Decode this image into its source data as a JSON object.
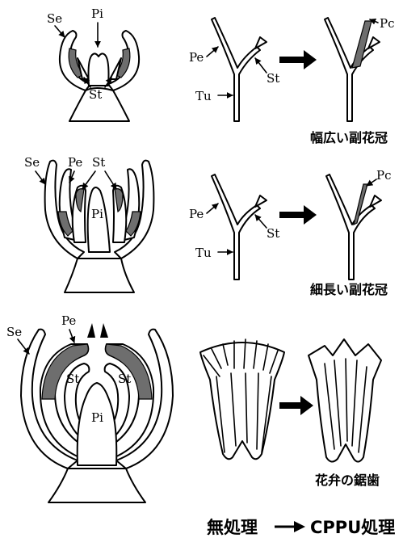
{
  "labels": {
    "se": "Se",
    "pi": "Pi",
    "st": "St",
    "pe": "Pe",
    "tu": "Tu",
    "pc": "Pc"
  },
  "captions": {
    "row1": "幅広い副花冠",
    "row2": "細長い副花冠",
    "row3": "花弁の鋸歯"
  },
  "footer": {
    "untreated": "無処理",
    "treated": "CPPU処理"
  },
  "colors": {
    "ink": "#000000",
    "highlight": "#6e6e6e",
    "background": "#ffffff"
  }
}
